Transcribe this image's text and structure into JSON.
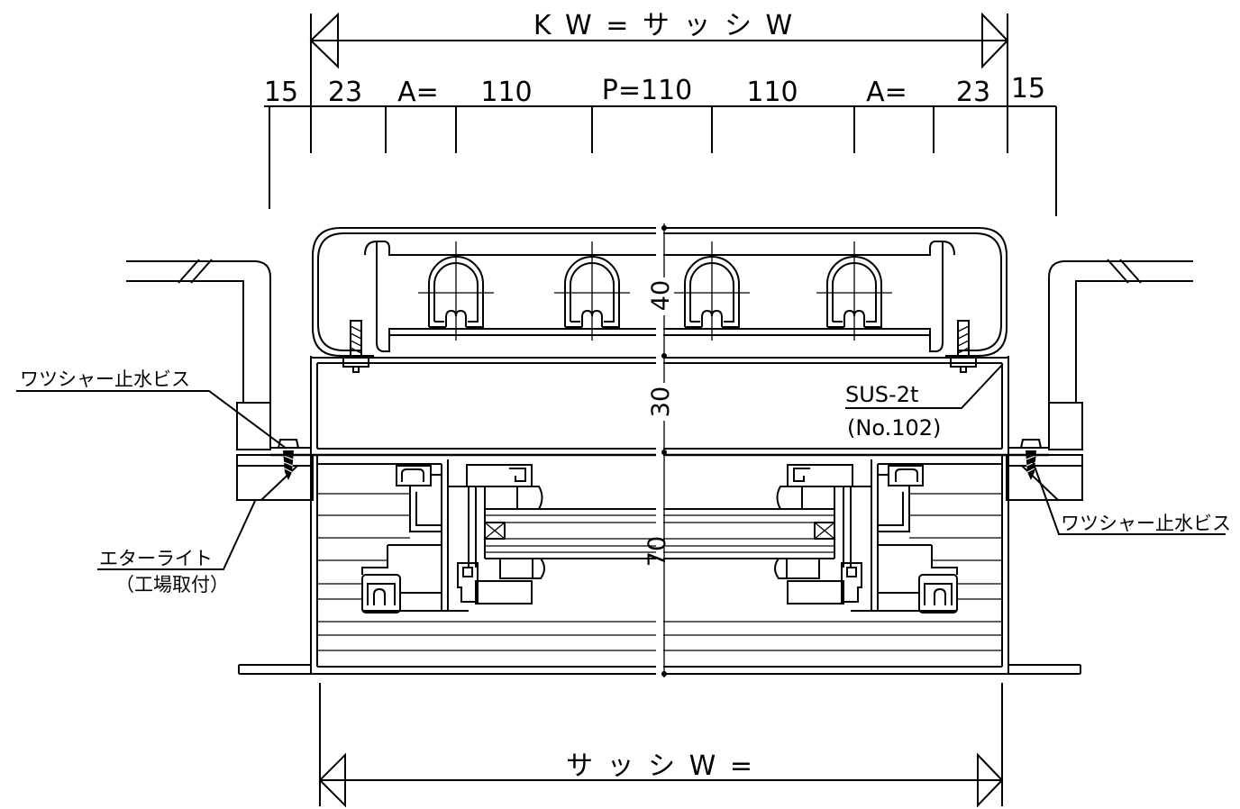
{
  "drawing": {
    "overall_width_label": "K W = サ ッ シ W",
    "segment_dimensions": [
      "15",
      "23",
      "A=",
      "110",
      "P=110",
      "110",
      "A=",
      "23",
      "15"
    ],
    "cover_height": "40",
    "frame_height": "30",
    "glass_height": "70",
    "material_spec": "SUS-2t",
    "material_number": "(No.102)",
    "screw_label_left": "ワツシャー止水ビス",
    "screw_label_right": "ワツシャー止水ビス",
    "board_label": "エターライト",
    "board_note": "（工場取付）",
    "sash_width_label": "サ ッ シ W ="
  }
}
